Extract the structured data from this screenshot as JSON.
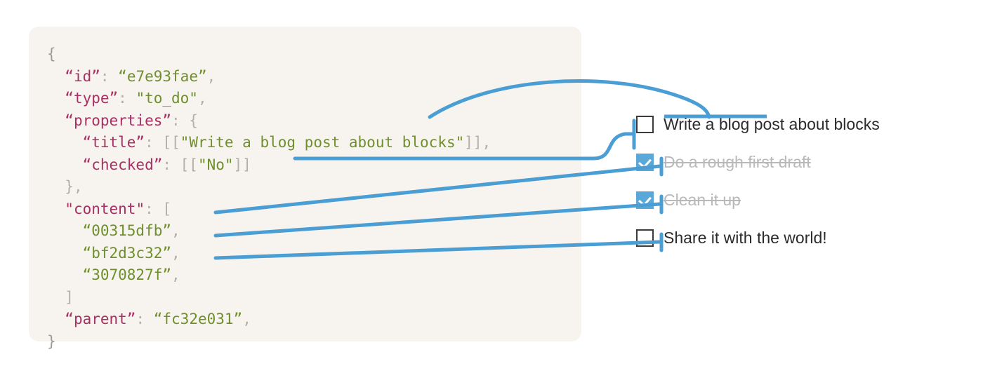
{
  "diagram": {
    "accent_color": "#4a9ed4",
    "panel_background": "#f7f4ef",
    "page_background": "#ffffff"
  },
  "json_block": {
    "lines": [
      {
        "indent": 0,
        "parts": [
          {
            "t": "{",
            "c": "brace"
          }
        ]
      },
      {
        "indent": 1,
        "parts": [
          {
            "t": "“id”",
            "c": "key"
          },
          {
            "t": ": ",
            "c": "punct"
          },
          {
            "t": "“e7e93fae”",
            "c": "str"
          },
          {
            "t": ",",
            "c": "punct"
          }
        ]
      },
      {
        "indent": 1,
        "parts": [
          {
            "t": "“type”",
            "c": "key"
          },
          {
            "t": ": ",
            "c": "punct"
          },
          {
            "t": "\"to_do\"",
            "c": "str"
          },
          {
            "t": ",",
            "c": "punct"
          }
        ]
      },
      {
        "indent": 1,
        "parts": [
          {
            "t": "“properties”",
            "c": "key"
          },
          {
            "t": ": {",
            "c": "punct"
          }
        ]
      },
      {
        "indent": 2,
        "parts": [
          {
            "t": "“title”",
            "c": "key"
          },
          {
            "t": ": [[",
            "c": "punct"
          },
          {
            "t": "\"Write a blog post about blocks\"",
            "c": "str"
          },
          {
            "t": "]],",
            "c": "punct"
          }
        ]
      },
      {
        "indent": 2,
        "parts": [
          {
            "t": "“checked”",
            "c": "key"
          },
          {
            "t": ": [[",
            "c": "punct"
          },
          {
            "t": "\"No\"",
            "c": "str"
          },
          {
            "t": "]]",
            "c": "punct"
          }
        ]
      },
      {
        "indent": 1,
        "parts": [
          {
            "t": "},",
            "c": "punct"
          }
        ]
      },
      {
        "indent": 1,
        "parts": [
          {
            "t": "\"content\"",
            "c": "key"
          },
          {
            "t": ": [",
            "c": "punct"
          }
        ]
      },
      {
        "indent": 2,
        "parts": [
          {
            "t": "“00315dfb”",
            "c": "str"
          },
          {
            "t": ",",
            "c": "punct"
          }
        ]
      },
      {
        "indent": 2,
        "parts": [
          {
            "t": "“bf2d3c32”",
            "c": "str"
          },
          {
            "t": ",",
            "c": "punct"
          }
        ]
      },
      {
        "indent": 2,
        "parts": [
          {
            "t": "“3070827f”",
            "c": "str"
          },
          {
            "t": ",",
            "c": "punct"
          }
        ]
      },
      {
        "indent": 1,
        "parts": [
          {
            "t": "]",
            "c": "punct"
          }
        ]
      },
      {
        "indent": 1,
        "parts": [
          {
            "t": "“parent”",
            "c": "key"
          },
          {
            "t": ": ",
            "c": "punct"
          },
          {
            "t": "“fc32e031”",
            "c": "str"
          },
          {
            "t": ",",
            "c": "punct"
          }
        ]
      },
      {
        "indent": 0,
        "parts": [
          {
            "t": "}",
            "c": "brace"
          }
        ]
      }
    ],
    "syntax_colors": {
      "key": "#a82f63",
      "string": "#6f8f2c",
      "punctuation": "#b3b0a9",
      "brace": "#9c9a94"
    }
  },
  "todo_list": {
    "items": [
      {
        "label": "Write a blog post about blocks",
        "checked": false,
        "strikethrough": false
      },
      {
        "label": "Do a rough first draft",
        "checked": true,
        "strikethrough": true
      },
      {
        "label": "Clean it up",
        "checked": true,
        "strikethrough": true
      },
      {
        "label": "Share it with the world!",
        "checked": false,
        "strikethrough": false
      }
    ]
  },
  "connectors": [
    {
      "name": "title-connector",
      "from": "json “title” value",
      "to": "todo item 1 label"
    },
    {
      "name": "checked-connector",
      "from": "json “checked” value",
      "to": "todo item 1 checkbox"
    },
    {
      "name": "content-connector-1",
      "from": "json “00315dfb”",
      "to": "todo item 2 checkbox"
    },
    {
      "name": "content-connector-2",
      "from": "json “bf2d3c32”",
      "to": "todo item 3 checkbox"
    },
    {
      "name": "content-connector-3",
      "from": "json “3070827f”",
      "to": "todo item 4 checkbox"
    }
  ]
}
